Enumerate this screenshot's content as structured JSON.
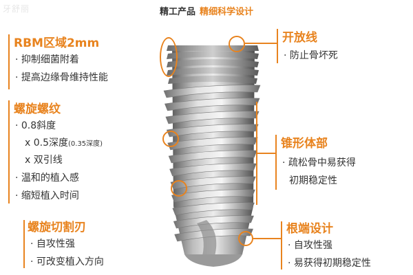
{
  "watermark": "牙舒丽",
  "header": {
    "brand": "精工产品",
    "tagline": "精细科学设计"
  },
  "left_features": [
    {
      "title": "RBM区域2mm",
      "bullets": [
        "· 抑制细菌附着",
        "· 提高边缘骨维持性能"
      ]
    },
    {
      "title": "螺旋螺纹",
      "bullets": [
        "· 0.8斜度",
        "x 0.5深度",
        "(0.35深度)",
        "x 双引线",
        "· 温和的植入感",
        "· 缩短植入时间"
      ]
    },
    {
      "title": "螺旋切割刃",
      "bullets": [
        "· 自攻性强",
        "· 可改变植入方向"
      ]
    }
  ],
  "right_features": [
    {
      "title": "开放线",
      "bullets": [
        "· 防止骨坏死"
      ]
    },
    {
      "title": "锥形体部",
      "bullets": [
        "· 疏松骨中易获得",
        "初期稳定性"
      ]
    },
    {
      "title": "根端设计",
      "bullets": [
        "· 自攻性强",
        "· 易获得初期稳定性"
      ]
    }
  ],
  "colors": {
    "accent": "#e8831e",
    "text": "#333333",
    "implant_light": "#d9d9d9",
    "implant_dark": "#6b6b6b"
  }
}
